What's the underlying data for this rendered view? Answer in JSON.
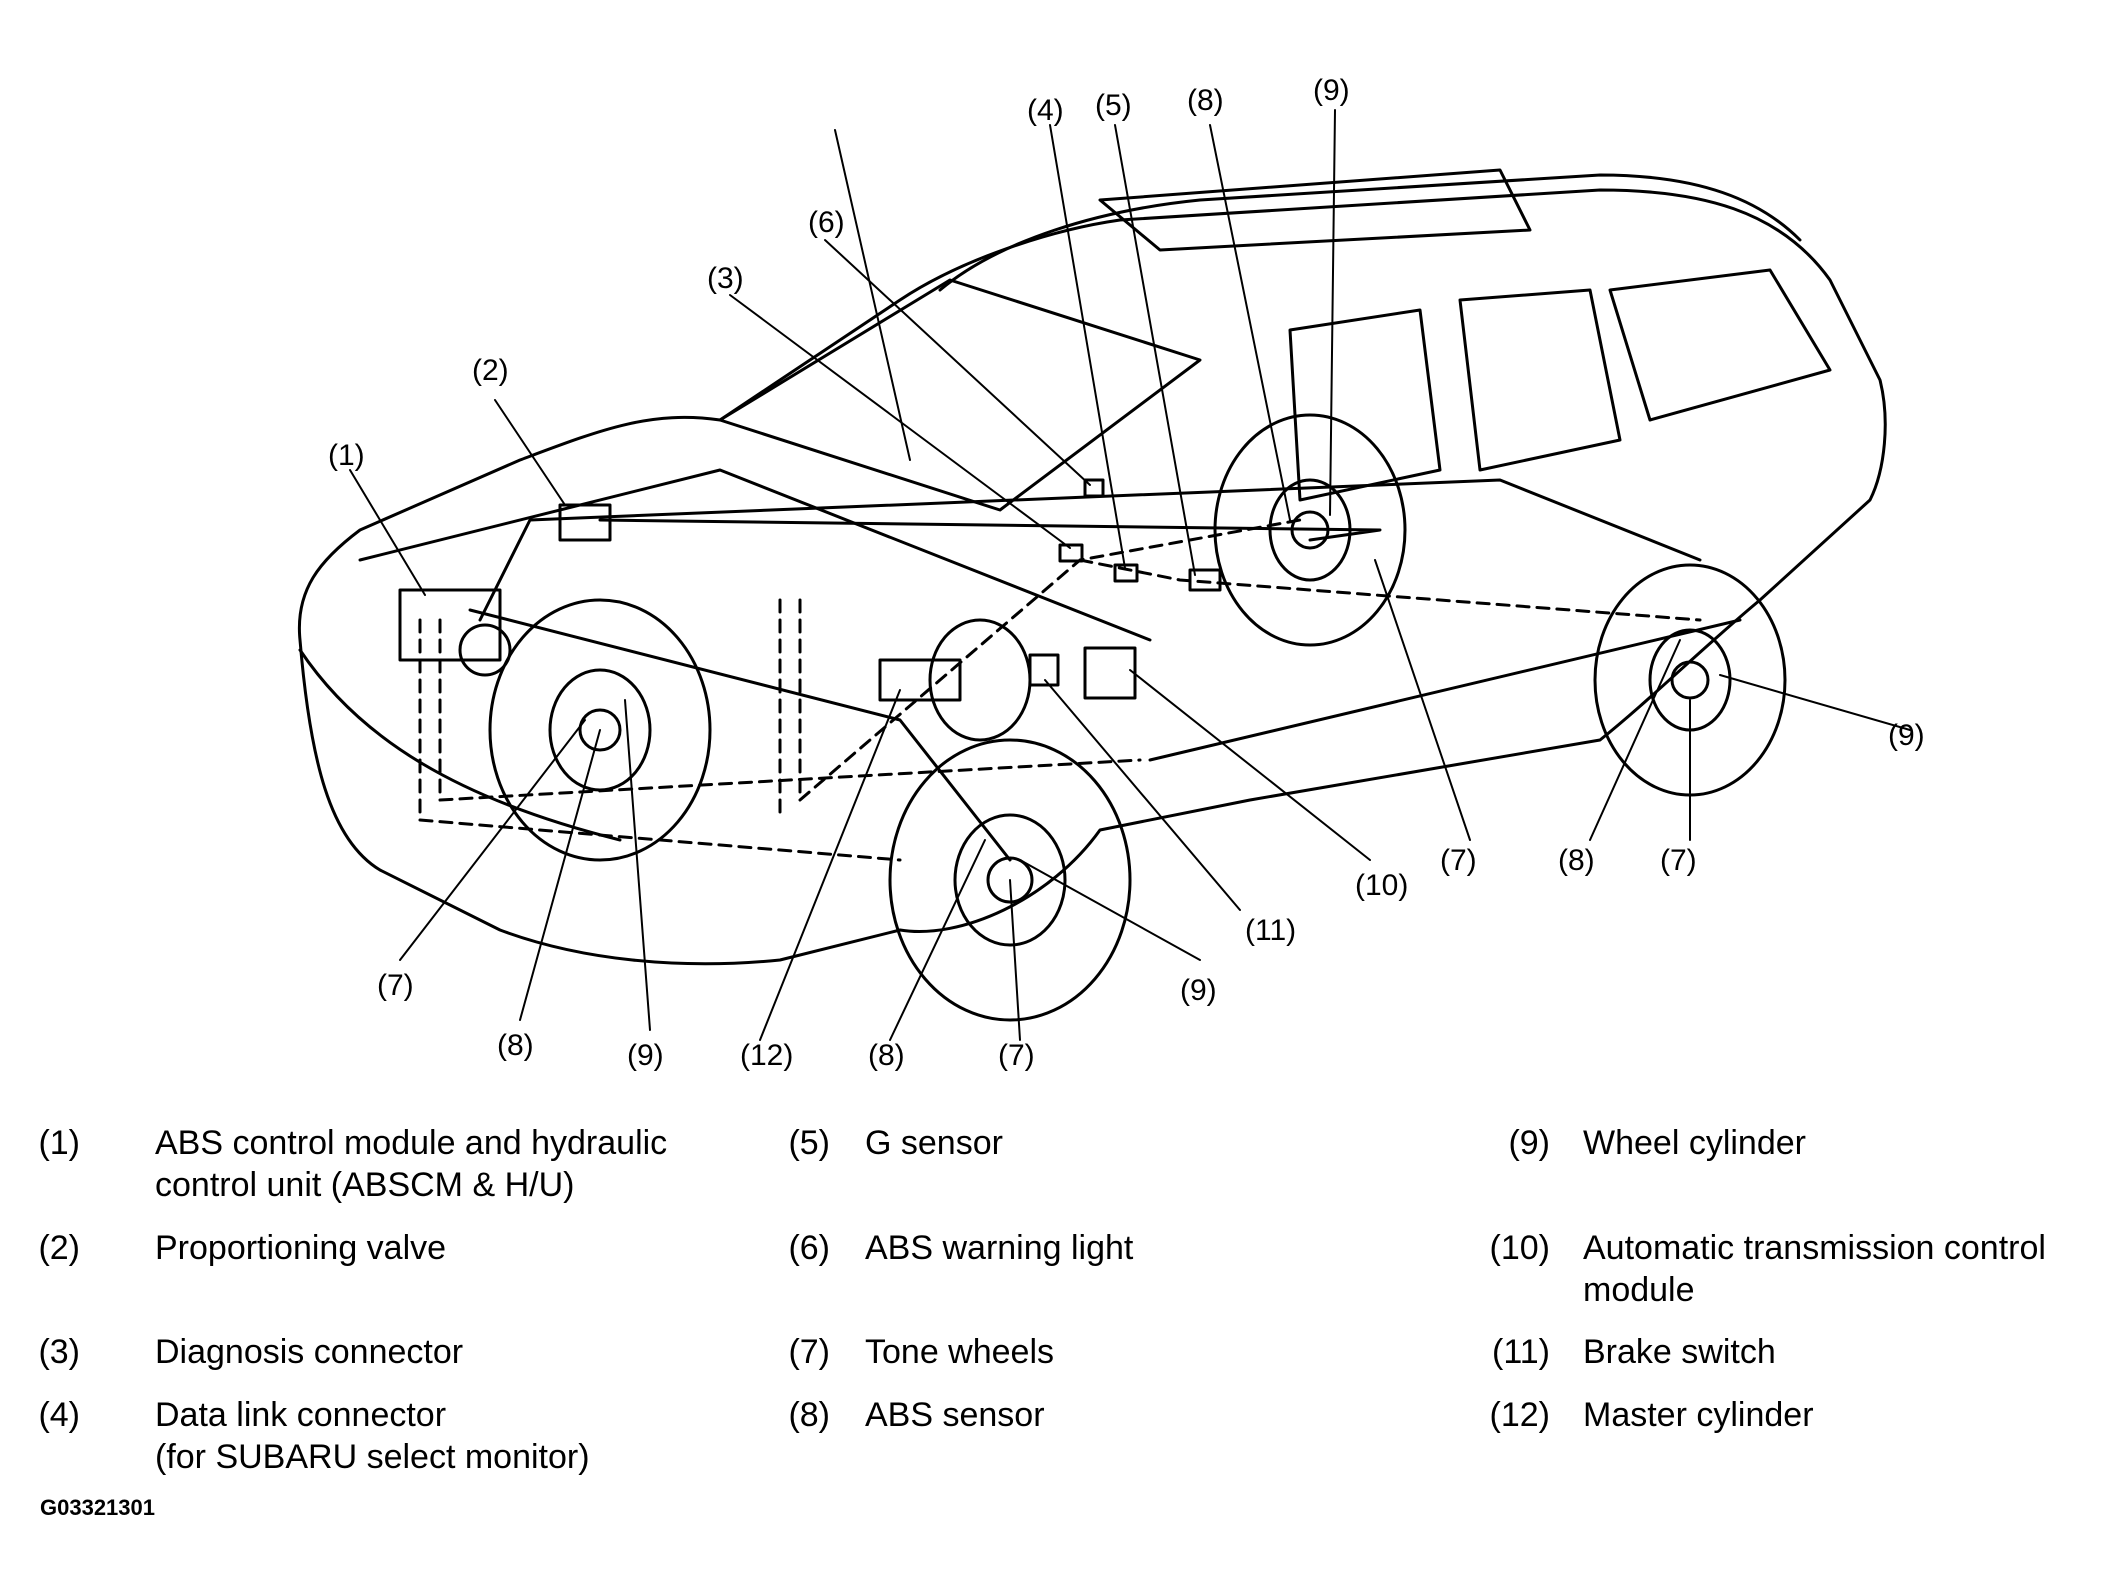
{
  "callouts": [
    "(1)",
    "(2)",
    "(3)",
    "(4)",
    "(5)",
    "(6)",
    "(7)",
    "(8)",
    "(9)",
    "(10)",
    "(11)",
    "(12)"
  ],
  "legend": [
    {
      "number": "(1)",
      "text": "ABS control module and hydraulic\ncontrol unit (ABSCM & H/U)"
    },
    {
      "number": "(2)",
      "text": "Proportioning valve"
    },
    {
      "number": "(3)",
      "text": "Diagnosis connector"
    },
    {
      "number": "(4)",
      "text": "Data link connector\n(for SUBARU select monitor)"
    },
    {
      "number": "(5)",
      "text": "G sensor"
    },
    {
      "number": "(6)",
      "text": "ABS warning light"
    },
    {
      "number": "(7)",
      "text": "Tone wheels"
    },
    {
      "number": "(8)",
      "text": "ABS sensor"
    },
    {
      "number": "(9)",
      "text": "Wheel cylinder"
    },
    {
      "number": "(10)",
      "text": "Automatic transmission control\nmodule"
    },
    {
      "number": "(11)",
      "text": "Brake switch"
    },
    {
      "number": "(12)",
      "text": "Master cylinder"
    }
  ],
  "figure_code": "G03321301"
}
